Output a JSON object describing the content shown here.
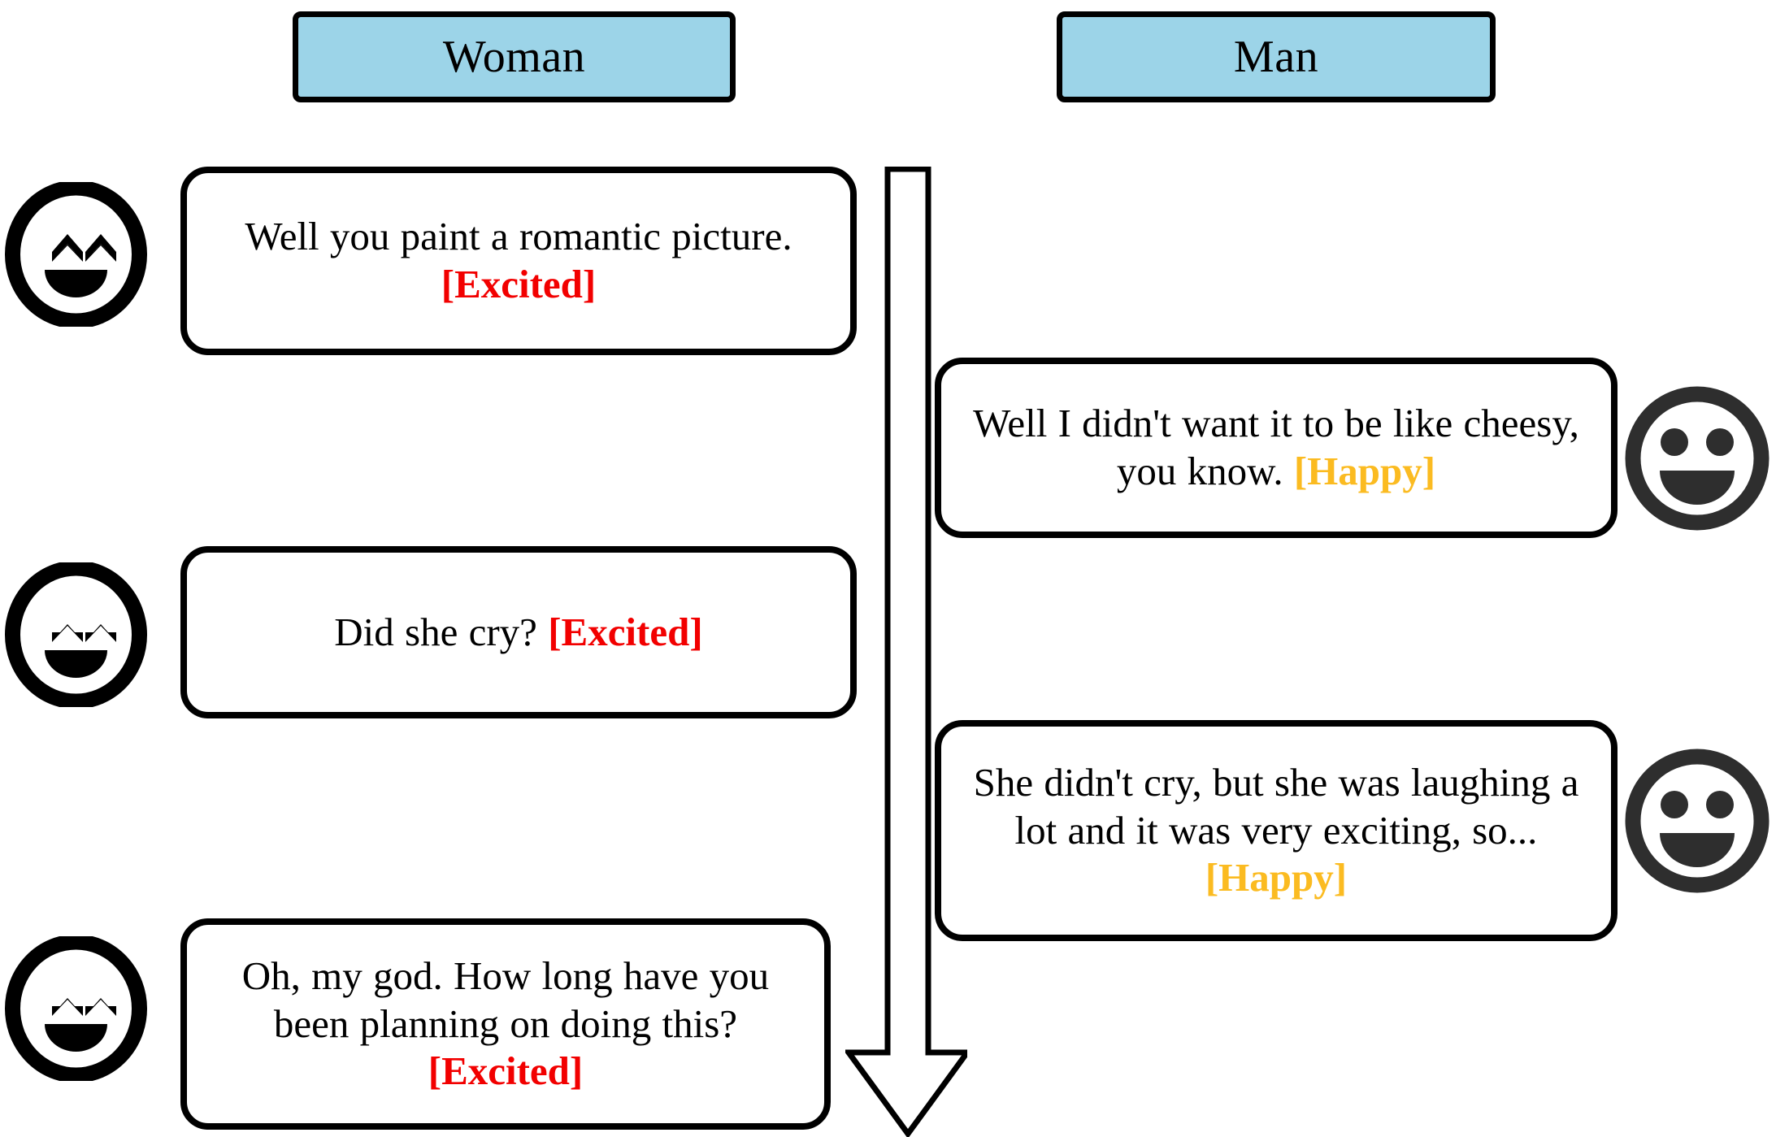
{
  "headers": {
    "left": {
      "label": "Woman",
      "fill": "#9CD4E8"
    },
    "right": {
      "label": "Man",
      "fill": "#9CD4E8"
    }
  },
  "colors": {
    "header_fill": "#9CD4E8",
    "excited_tag": "#F20000",
    "happy_tag": "#FBBB21",
    "woman_avatar": "#000000",
    "man_avatar": "#2E2E2E",
    "bubble_border": "#000000",
    "bubble_fill": "#FFFFFF"
  },
  "timeline": {
    "direction": "downward",
    "style": "hollow-outlined-arrow",
    "icon": "down-arrow-icon"
  },
  "messages": [
    {
      "id": "w1",
      "speaker": "Woman",
      "side": "left",
      "text": "Well you paint a romantic picture. ",
      "emotion": "[Excited]",
      "emotion_color": "#F20000",
      "avatar": "excited-face-icon"
    },
    {
      "id": "m1",
      "speaker": "Man",
      "side": "right",
      "text": "Well I didn't want it to be like cheesy, you know. ",
      "emotion": "[Happy]",
      "emotion_color": "#FBBB21",
      "avatar": "happy-face-icon"
    },
    {
      "id": "w2",
      "speaker": "Woman",
      "side": "left",
      "text": "Did she cry? ",
      "emotion": "[Excited]",
      "emotion_color": "#F20000",
      "avatar": "excited-face-icon"
    },
    {
      "id": "m2",
      "speaker": "Man",
      "side": "right",
      "text": "She didn't cry, but she was laughing a lot and it was very exciting, so... ",
      "emotion": "[Happy]",
      "emotion_color": "#FBBB21",
      "avatar": "happy-face-icon"
    },
    {
      "id": "w3",
      "speaker": "Woman",
      "side": "left",
      "text": "Oh, my god.  How long have you been planning on doing this? ",
      "emotion": "[Excited]",
      "emotion_color": "#F20000",
      "avatar": "excited-face-icon"
    }
  ]
}
